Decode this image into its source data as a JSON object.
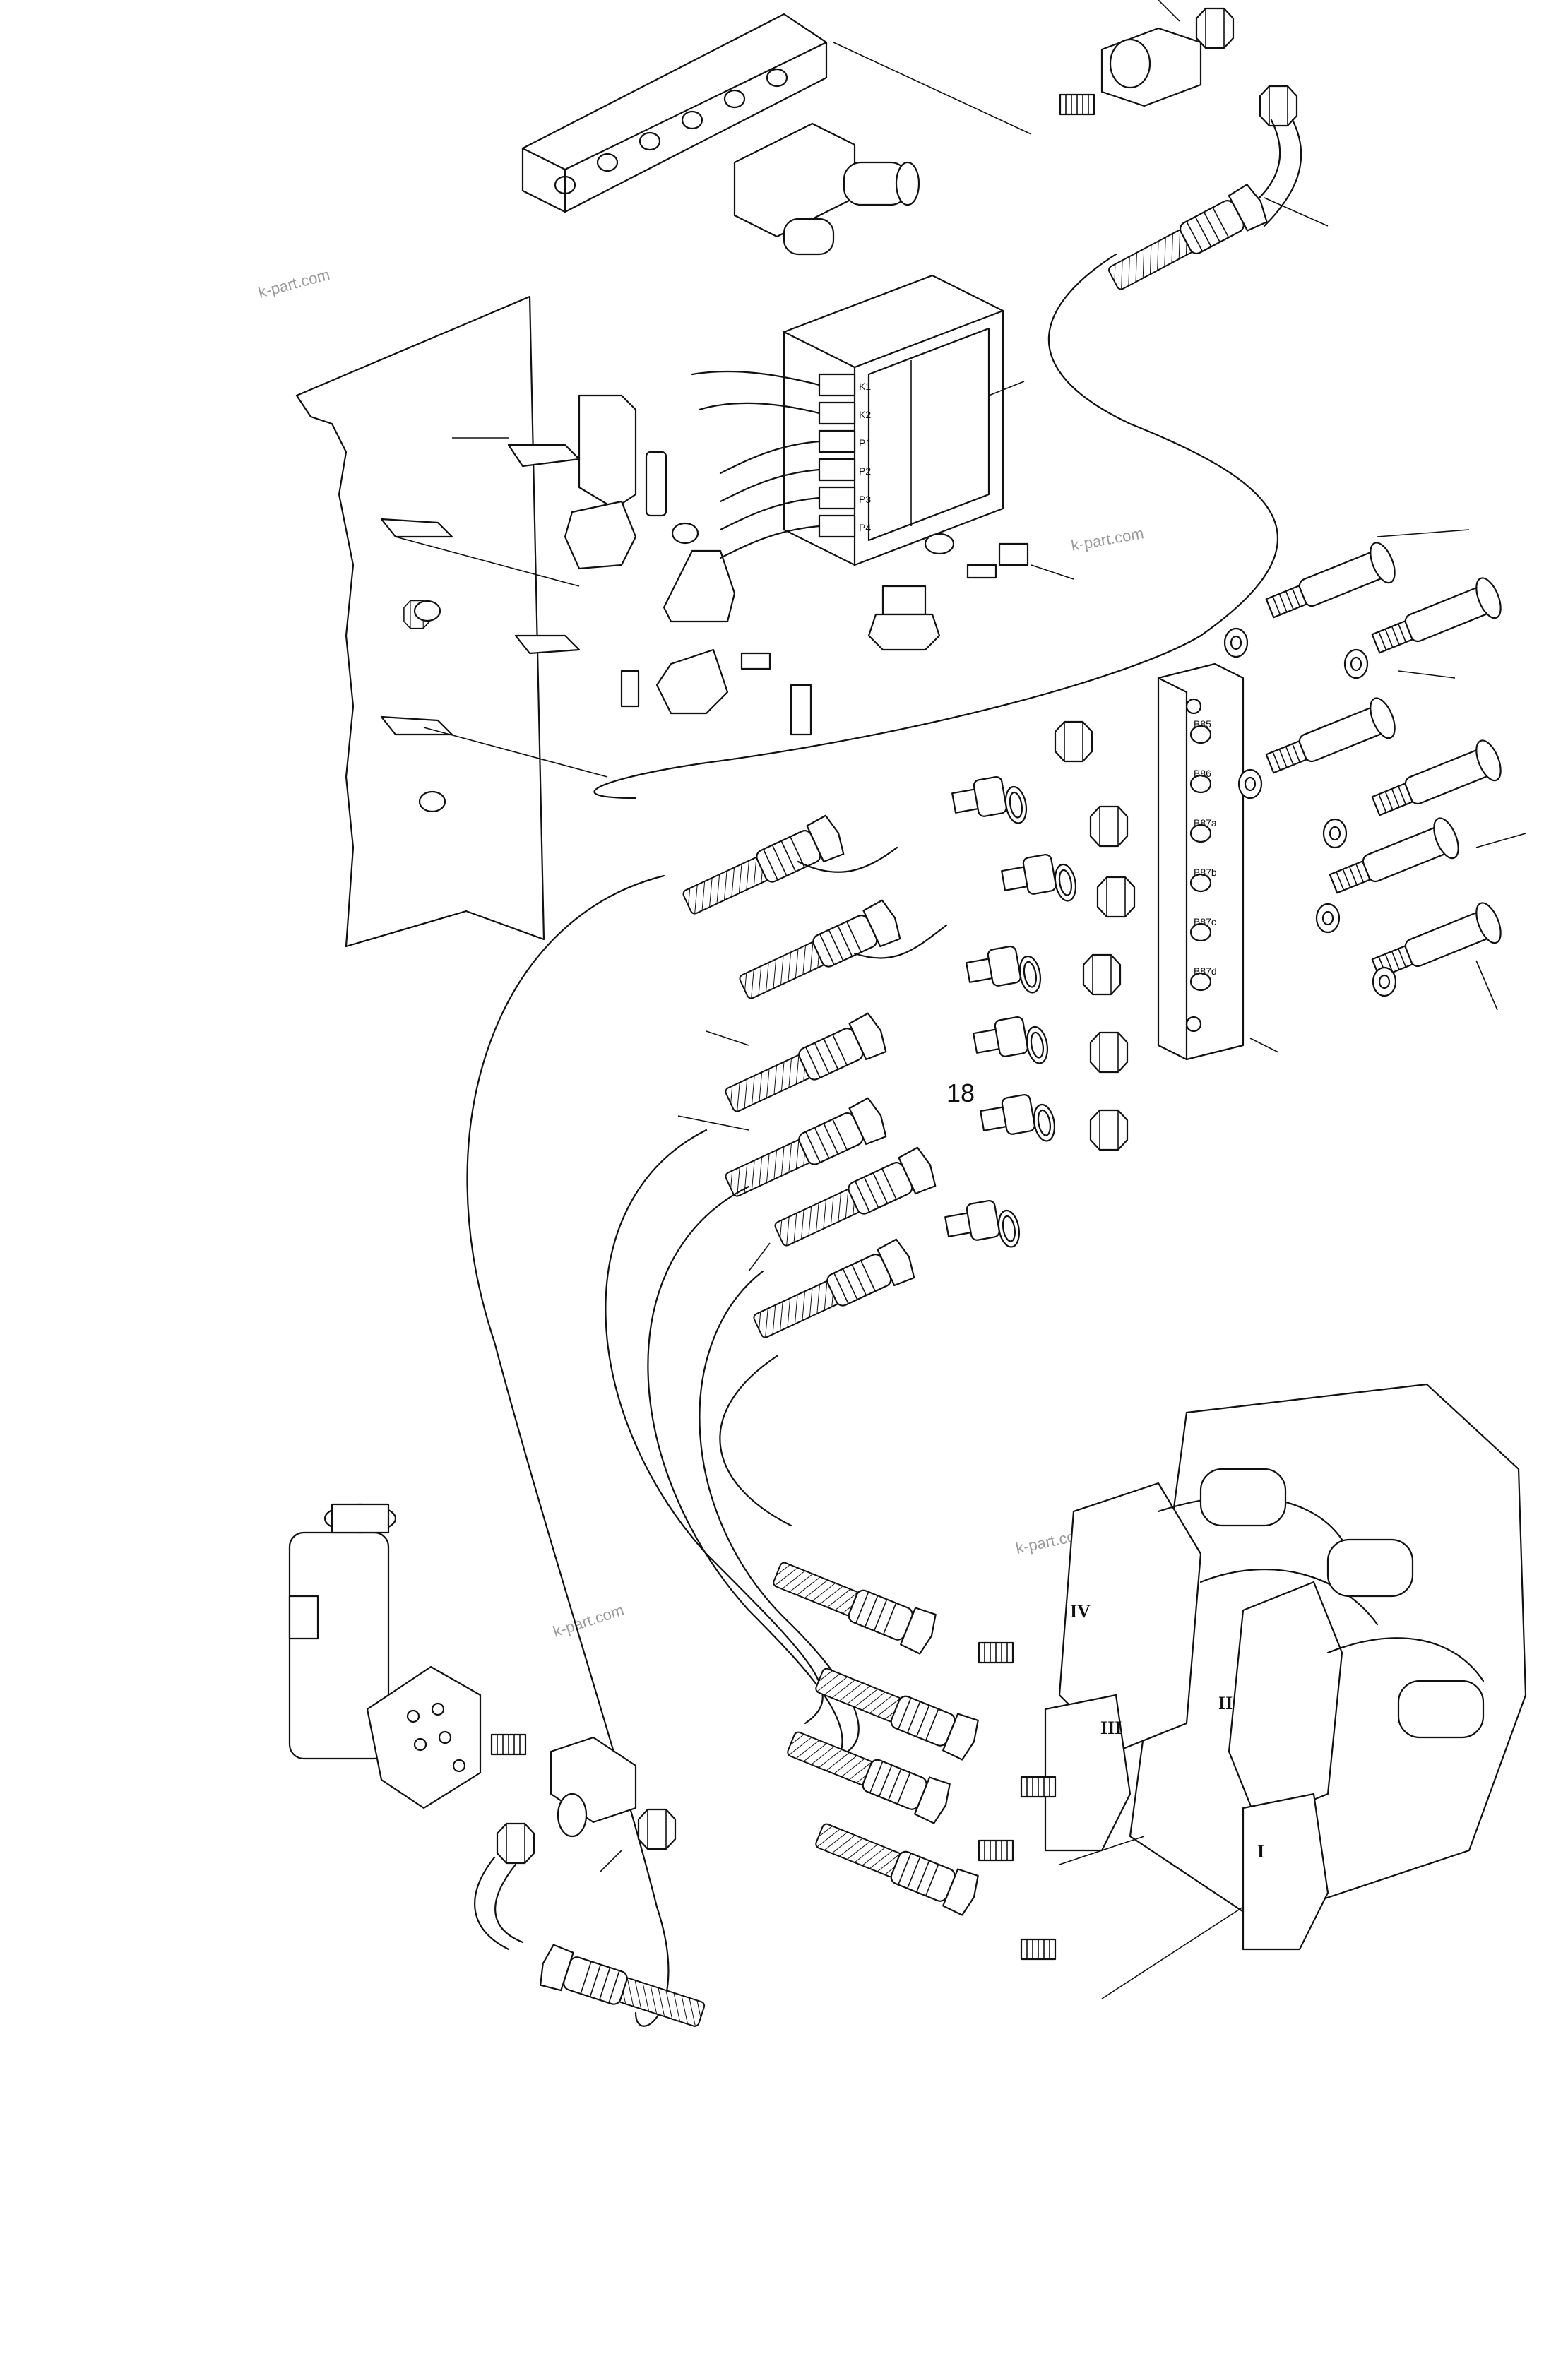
{
  "watermarks": [
    "k-part.com",
    "k-part.com",
    "k-part.com",
    "k-part.com"
  ],
  "callout_number": "18",
  "valve_block_ports": [
    "K1",
    "K2",
    "P1",
    "P2",
    "P3",
    "P4"
  ],
  "manifold_ports": [
    "B85",
    "B86",
    "B87a",
    "B87b",
    "B87c",
    "B87d"
  ],
  "motor_sections": [
    "IV",
    "III",
    "II",
    "I"
  ]
}
